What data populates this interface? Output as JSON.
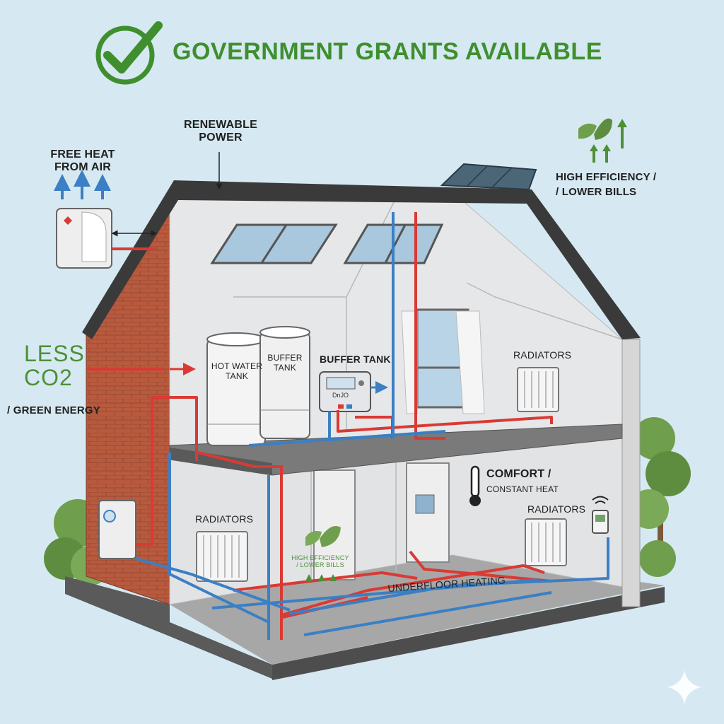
{
  "headline": "GOVERNMENT GRANTS AVAILABLE",
  "labels": {
    "renewable_power": "RENEWABLE\nPOWER",
    "free_heat": "FREE HEAT\nFROM AIR",
    "high_efficiency_top": "HIGH EFFICIENCY /\n/ LOWER BILLS",
    "less_co2": "LESS\nCO2",
    "green_energy": "/ GREEN ENERGY",
    "hot_water_tank": "HOT WATER\nTANK",
    "buffer_tank_drum": "BUFFER\nTANK",
    "buffer_tank_label": "BUFFER TANK",
    "controller_display": "DnJO",
    "radiators_upper": "RADIATORS",
    "radiators_lower_left": "RADIATORS",
    "radiators_lower_right": "RADIATORS",
    "comfort": "COMFORT /",
    "constant_heat": "CONSTANT HEAT",
    "high_efficiency_lower": "HIGH EFFICIENCY\n/ LOWER BILLS",
    "underfloor_heating": "UNDERFLOOR HEATING"
  },
  "colors": {
    "sky": "#d6e9f2",
    "brick": "#b85a3e",
    "roof": "#3a3a3a",
    "interior_wall": "#e6e7e9",
    "floor": "#8e8e8e",
    "hot_pipe": "#d93a34",
    "cold_pipe": "#3b7fc4",
    "accent_green": "#4e8f37",
    "tree": "#6f9e4c"
  }
}
